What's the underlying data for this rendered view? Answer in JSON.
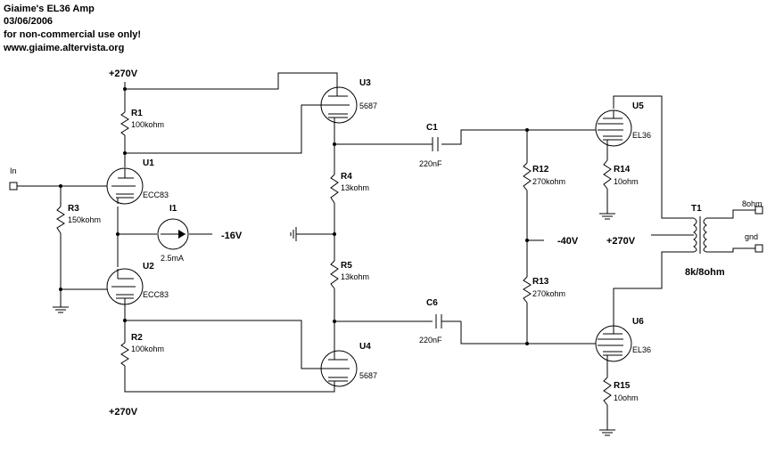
{
  "header": {
    "title": "Giaime's EL36 Amp",
    "date": "03/06/2006",
    "license": "for non-commercial use only!",
    "website": "www.giaime.altervista.org"
  },
  "ports": {
    "input": "In",
    "out_8ohm": "8ohm",
    "out_gnd": "gnd"
  },
  "supply": {
    "top": "+270V",
    "bottom": "+270V",
    "transformer": "+270V",
    "bias_neg16": "-16V",
    "bias_neg40": "-40V"
  },
  "components": {
    "R1": {
      "ref": "R1",
      "value": "100kohm"
    },
    "R2": {
      "ref": "R2",
      "value": "100kohm"
    },
    "R3": {
      "ref": "R3",
      "value": "150kohm"
    },
    "R4": {
      "ref": "R4",
      "value": "13kohm"
    },
    "R5": {
      "ref": "R5",
      "value": "13kohm"
    },
    "R12": {
      "ref": "R12",
      "value": "270kohm"
    },
    "R13": {
      "ref": "R13",
      "value": "270kohm"
    },
    "R14": {
      "ref": "R14",
      "value": "10ohm"
    },
    "R15": {
      "ref": "R15",
      "value": "10ohm"
    },
    "C1": {
      "ref": "C1",
      "value": "220nF"
    },
    "C6": {
      "ref": "C6",
      "value": "220nF"
    },
    "I1": {
      "ref": "I1",
      "value": "2.5mA"
    },
    "U1": {
      "ref": "U1",
      "value": "ECC83"
    },
    "U2": {
      "ref": "U2",
      "value": "ECC83"
    },
    "U3": {
      "ref": "U3",
      "value": "5687"
    },
    "U4": {
      "ref": "U4",
      "value": "5687"
    },
    "U5": {
      "ref": "U5",
      "value": "EL36"
    },
    "U6": {
      "ref": "U6",
      "value": "EL36"
    },
    "T1": {
      "ref": "T1",
      "value": "8k/8ohm"
    }
  }
}
